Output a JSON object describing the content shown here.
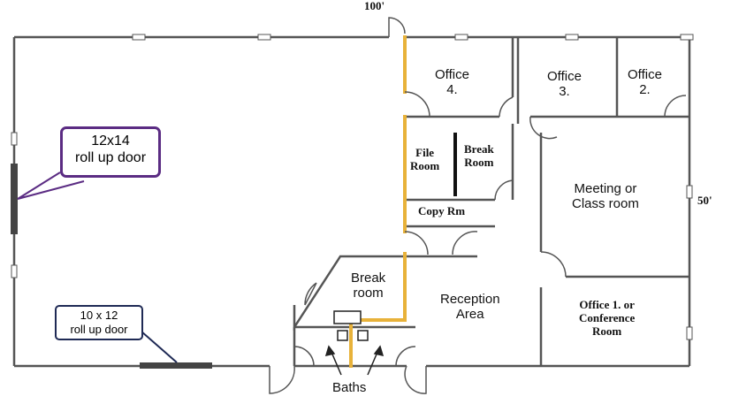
{
  "dimensions": {
    "width_label": "100'",
    "depth_label": "50'"
  },
  "rooms": {
    "office4": "Office\n4.",
    "office3": "Office\n3.",
    "office2": "Office\n2.",
    "file_room": "File\nRoom",
    "break_room_upper": "Break\nRoom",
    "copy_room": "Copy Rm",
    "meeting_room": "Meeting or\nClass room",
    "break_room_lower": "Break\nroom",
    "reception": "Reception\nArea",
    "office1": "Office 1. or\nConference\nRoom",
    "baths": "Baths"
  },
  "callouts": {
    "door_large": "12x14\nroll up door",
    "door_small": "10 x 12\nroll up door"
  },
  "colors": {
    "wall": "#555555",
    "highlight_wall": "#e8b23a",
    "door_large_border": "#5b2c83",
    "door_small_border": "#1f2a55",
    "roll_door": "#444444"
  }
}
